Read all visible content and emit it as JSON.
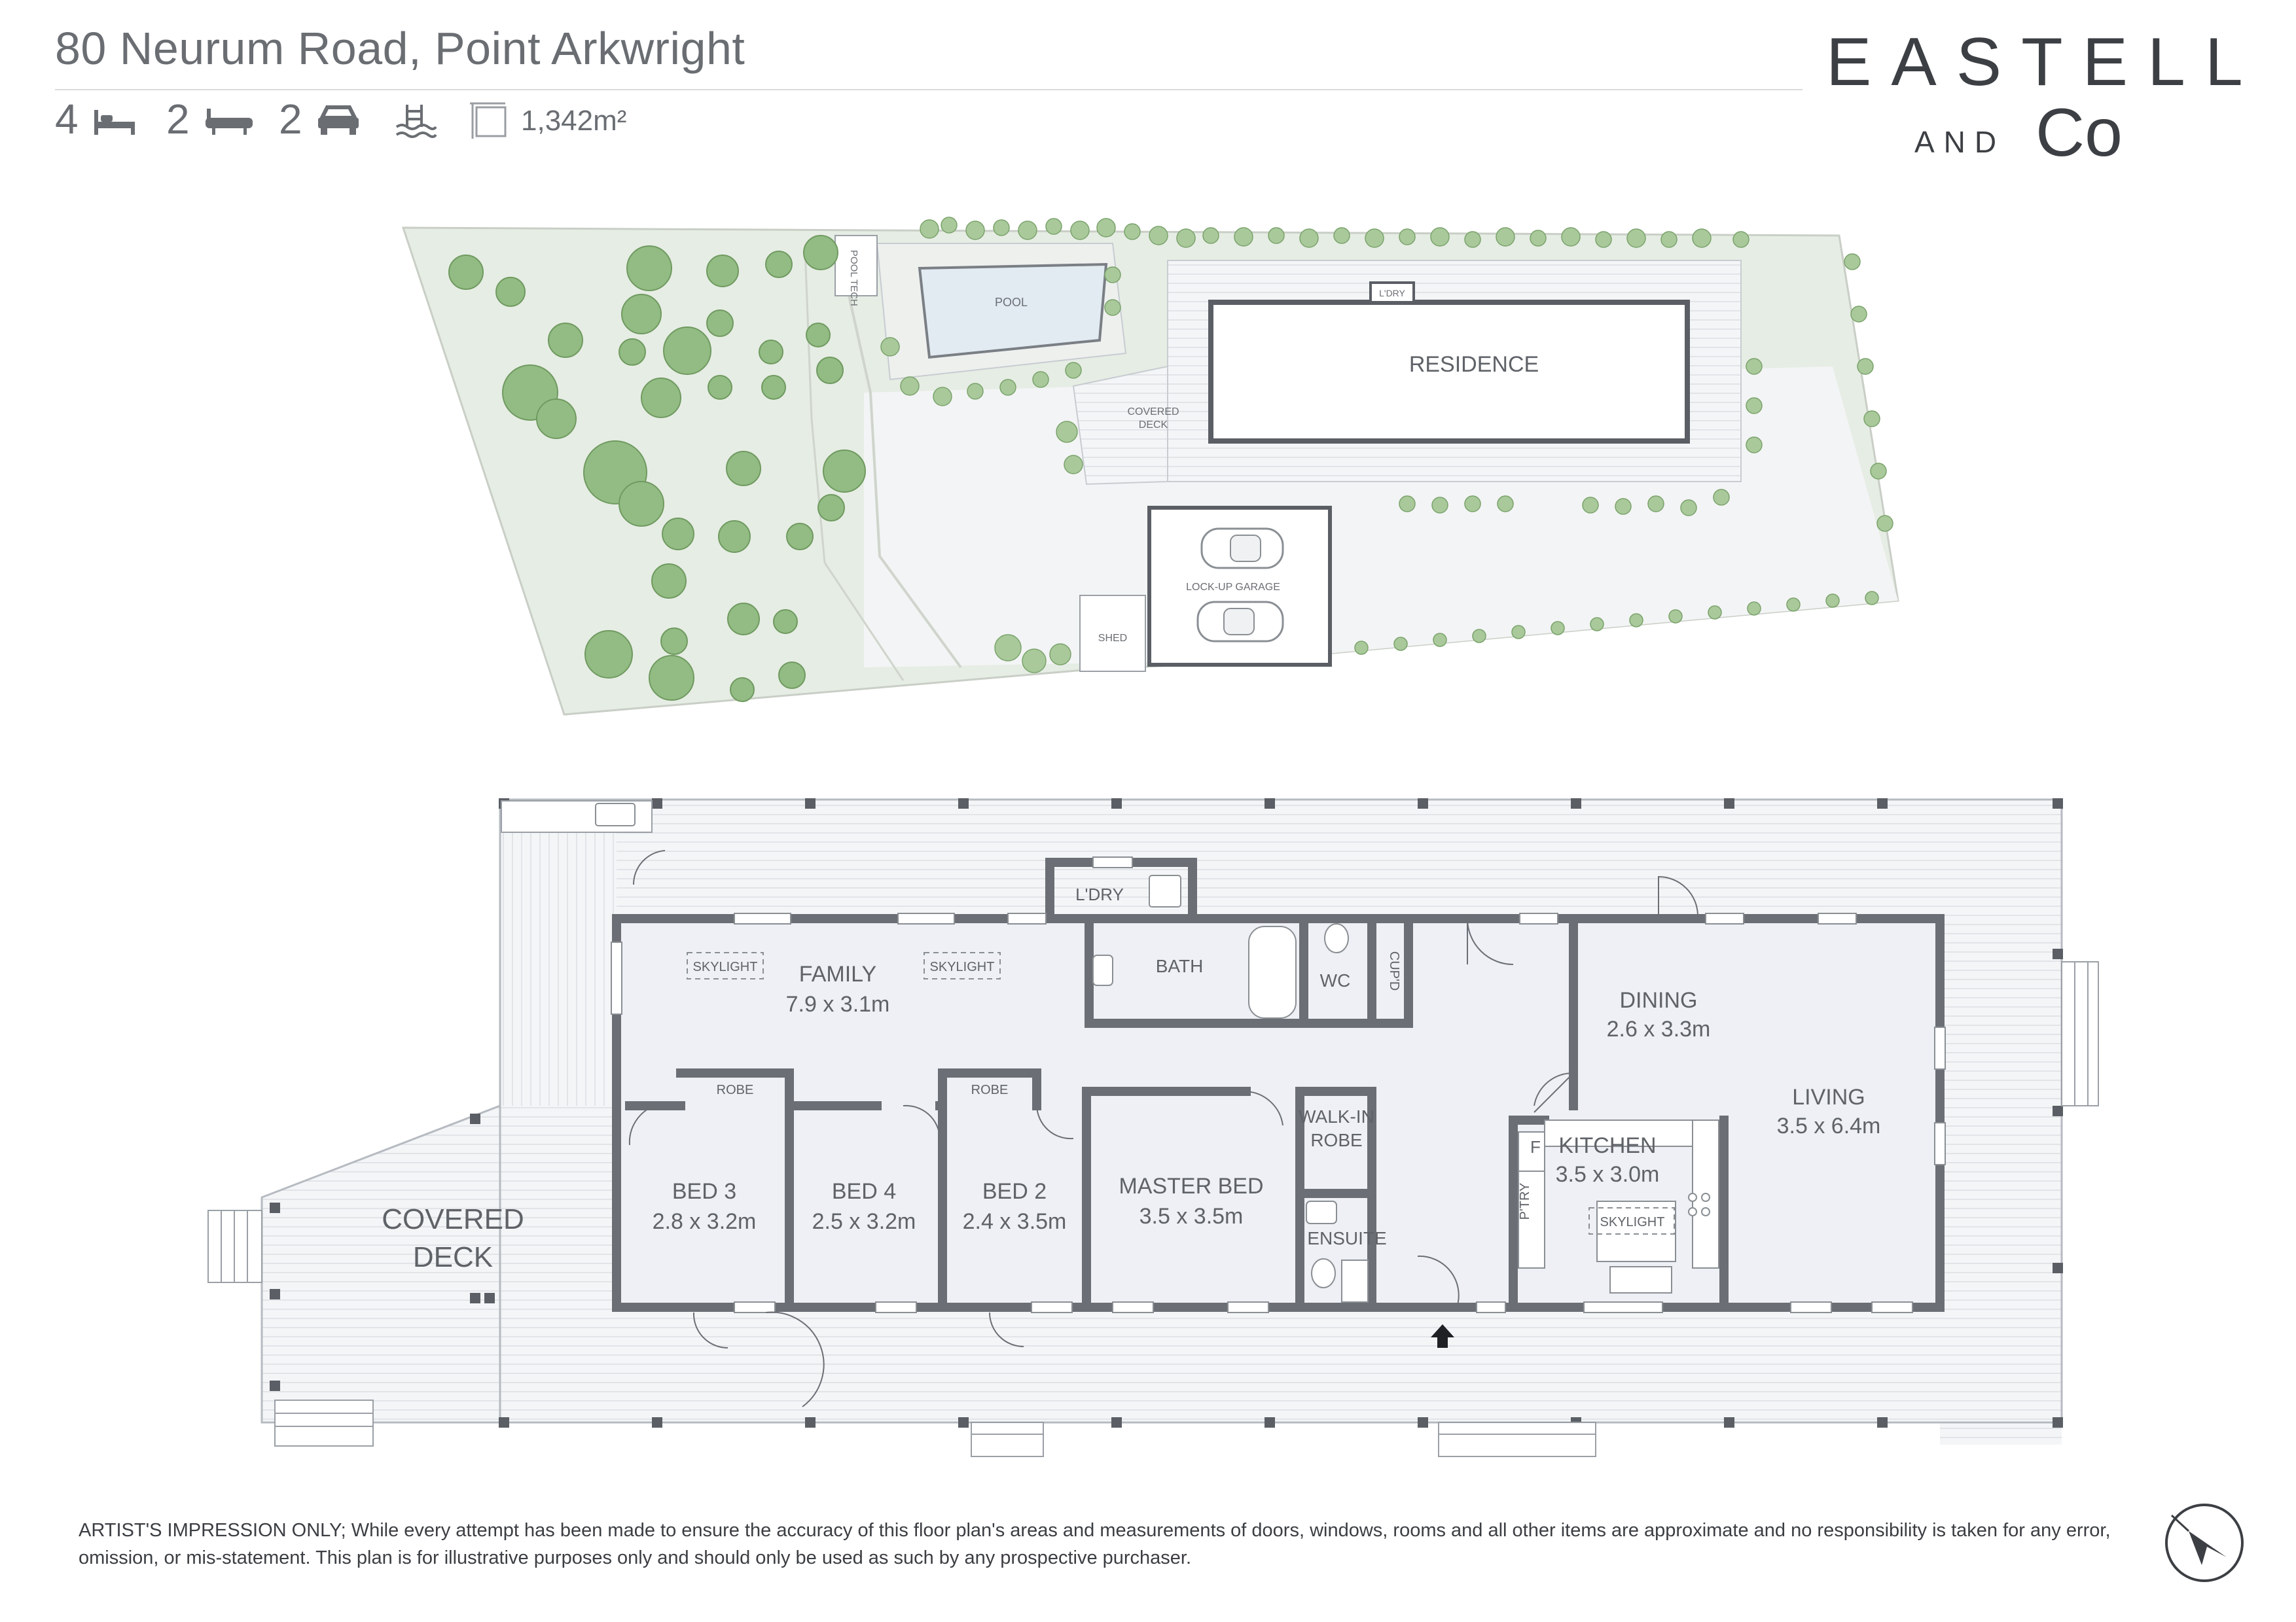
{
  "header": {
    "address": "80 Neurum Road, Point Arkwright",
    "stats": {
      "bedrooms": "4",
      "bathrooms": "2",
      "car_spaces": "2",
      "land_size": "1,342m²"
    },
    "icons": {
      "bed": "bed-icon",
      "bath": "bath-icon",
      "car": "car-icon",
      "pool": "pool-icon",
      "land": "land-size-icon"
    }
  },
  "brand": {
    "name": "EASTELL",
    "and": "AND",
    "co": "Co"
  },
  "site_plan": {
    "pool_tech": "POOL TECH",
    "pool": "POOL",
    "laundry": "L'DRY",
    "residence": "RESIDENCE",
    "covered_deck": "COVERED DECK",
    "garage": "LOCK-UP GARAGE",
    "shed": "SHED"
  },
  "floor_plan": {
    "laundry": "L'DRY",
    "family": {
      "name": "FAMILY",
      "size": "7.9 x 3.1m"
    },
    "skylight": "SKYLIGHT",
    "bath": "BATH",
    "wc": "WC",
    "cupboard": "CUP'D",
    "dining": {
      "name": "DINING",
      "size": "2.6 x 3.3m"
    },
    "living": {
      "name": "LIVING",
      "size": "3.5 x 6.4m"
    },
    "robe": "ROBE",
    "walk_in_robe_1": "WALK-IN",
    "walk_in_robe_2": "ROBE",
    "kitchen": {
      "name": "KITCHEN",
      "size": "3.5 x 3.0m"
    },
    "fridge": "F",
    "pantry": "P'TRY",
    "bed3": {
      "name": "BED 3",
      "size": "2.8 x 3.2m"
    },
    "bed4": {
      "name": "BED 4",
      "size": "2.5 x 3.2m"
    },
    "bed2": {
      "name": "BED 2",
      "size": "2.4 x 3.5m"
    },
    "master": {
      "name": "MASTER BED",
      "size": "3.5 x 3.5m"
    },
    "ensuite": "ENSUITE",
    "covered_deck_1": "COVERED",
    "covered_deck_2": "DECK"
  },
  "disclaimer": "ARTIST'S IMPRESSION ONLY; While every attempt has been made to ensure the accuracy of this floor plan's areas and measurements of doors, windows, rooms and all other items are approximate and no responsibility is taken for any error, omission, or mis-statement. This plan is for illustrative purposes only and should only be used as such by any prospective purchaser.",
  "colors": {
    "wall": "#6b6f75",
    "interior": "#eef0f5",
    "deck": "#f3f4f6",
    "lawn": "#e5ece4",
    "tree": "#8fba7e",
    "pool": "#e7eef4"
  }
}
